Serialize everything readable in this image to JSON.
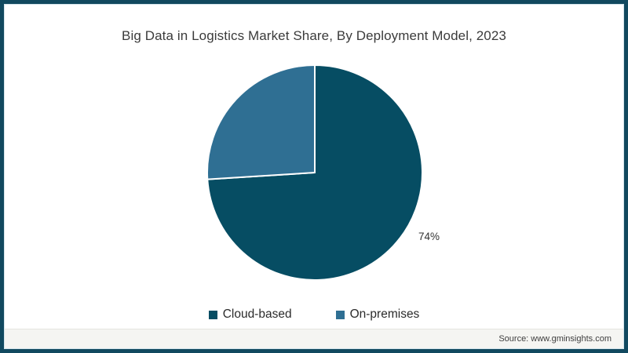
{
  "title": "Big Data in Logistics Market Share, By Deployment Model, 2023",
  "chart_data": {
    "type": "pie",
    "title": "Big Data in Logistics Market Share, By Deployment Model, 2023",
    "slices": [
      {
        "label": "Cloud-based",
        "value": 74,
        "color": "#064d63",
        "data_label": "74%"
      },
      {
        "label": "On-premises",
        "value": 26,
        "color": "#2f6f93",
        "data_label": ""
      }
    ],
    "start_angle_deg": 0,
    "direction": "clockwise",
    "divider_color": "#ffffff",
    "legend_position": "bottom",
    "legend_entries": [
      "Cloud-based",
      "On-premises"
    ]
  },
  "frame": {
    "border_color": "#11495f",
    "inner_line_color": "#d3e4eb"
  },
  "footer": {
    "source": "Source: www.gminsights.com"
  }
}
